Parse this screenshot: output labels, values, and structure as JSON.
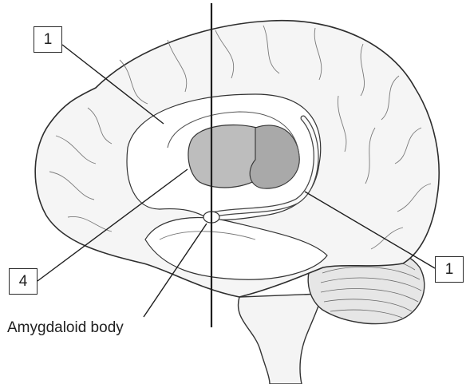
{
  "diagram": {
    "labels": {
      "top_left": "1",
      "bottom_left": "4",
      "right": "1"
    },
    "caption": "Amygdaloid body"
  }
}
